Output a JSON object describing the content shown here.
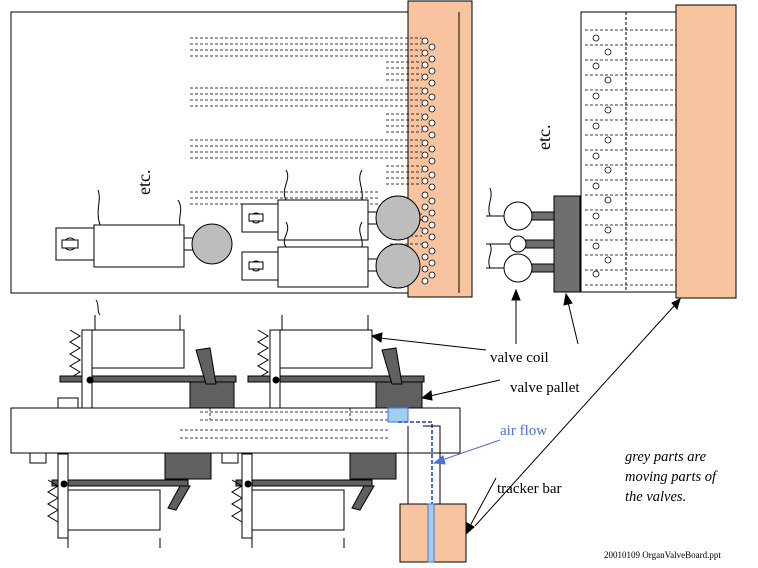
{
  "labels": {
    "etc_left": "etc.",
    "etc_right": "etc.",
    "valve_coil": "valve coil",
    "valve_pallet": "valve pallet",
    "air_flow": "air flow",
    "tracker_bar": "tracker bar",
    "grey_note_1": "grey parts are",
    "grey_note_2": "moving parts of",
    "grey_note_3": "the valves.",
    "filename": "20010109 OrganValveBoard.ppt"
  },
  "colors": {
    "tracker": "#f8c4a0",
    "grey_part": "#c0c0c0",
    "dark_grey": "#606060",
    "air": "#9fd0f0",
    "label_blue": "#4f6fd6",
    "line": "#000000"
  }
}
